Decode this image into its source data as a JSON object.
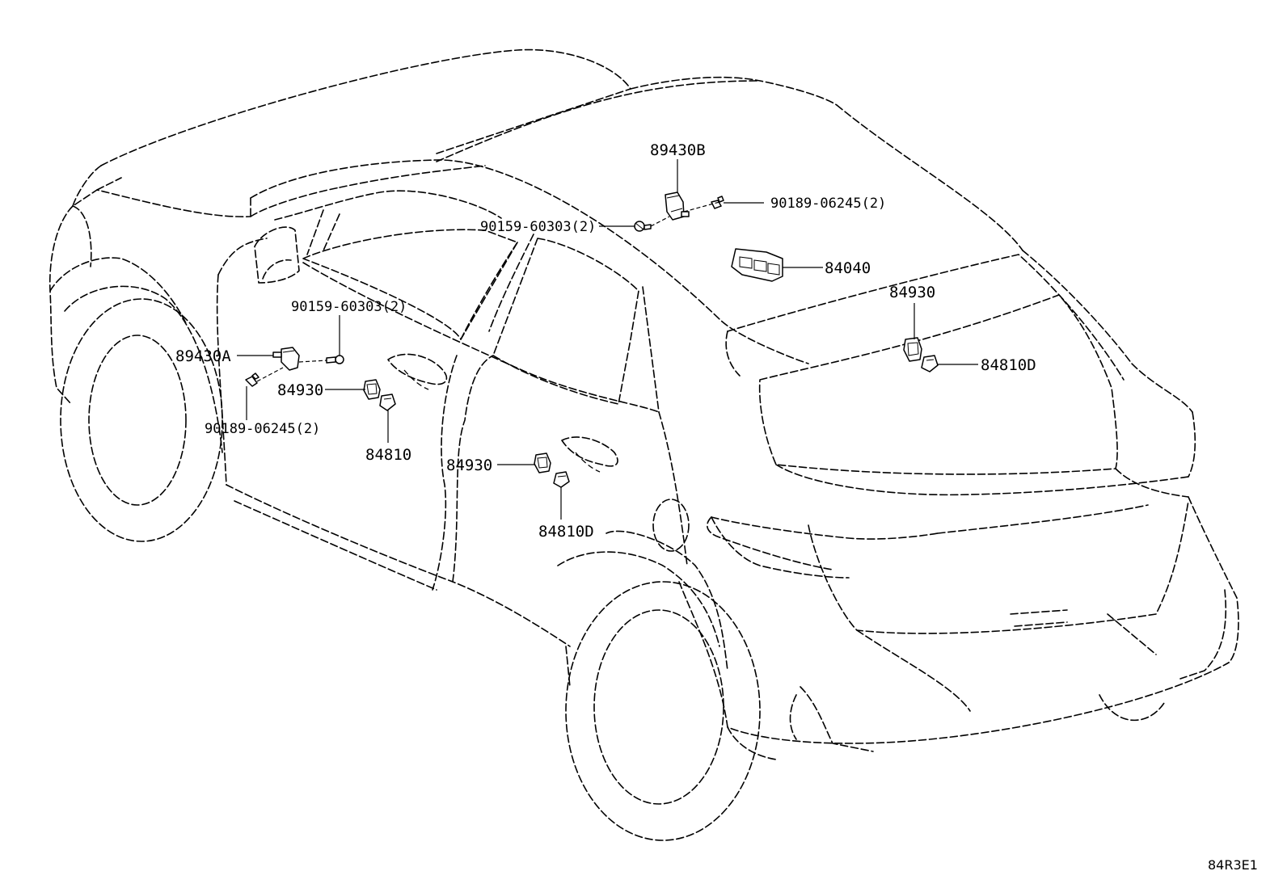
{
  "labels": {
    "p89430B": "89430B",
    "p90189_top": "90189-06245(2)",
    "p90159_top": "90159-60303(2)",
    "p84040": "84040",
    "p84930_right": "84930",
    "p84810D_right": "84810D",
    "p90159_left": "90159-60303(2)",
    "p89430A": "89430A",
    "p84930_left": "84930",
    "p90189_left": "90189-06245(2)",
    "p84810": "84810",
    "p84930_mid": "84930",
    "p84810D_mid": "84810D"
  },
  "figure_code": "84R3E1"
}
